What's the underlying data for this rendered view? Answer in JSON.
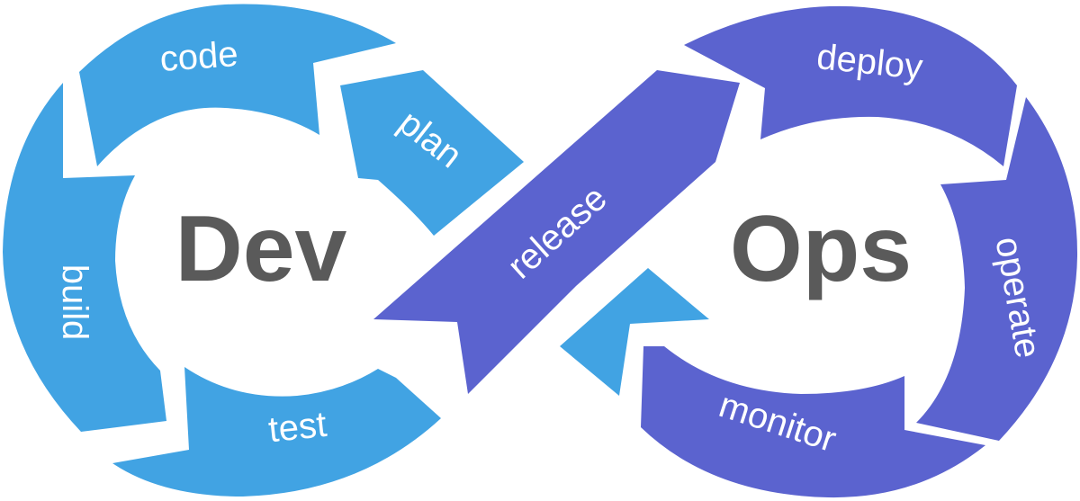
{
  "title_left": "Dev",
  "title_right": "Ops",
  "stages": {
    "plan": "plan",
    "code": "code",
    "build": "build",
    "test": "test",
    "release": "release",
    "deploy": "deploy",
    "operate": "operate",
    "monitor": "monitor"
  },
  "colors": {
    "dev": "#41a3e3",
    "ops": "#5b63cf",
    "title_text": "#5a5a5a",
    "background": "#ffffff"
  }
}
